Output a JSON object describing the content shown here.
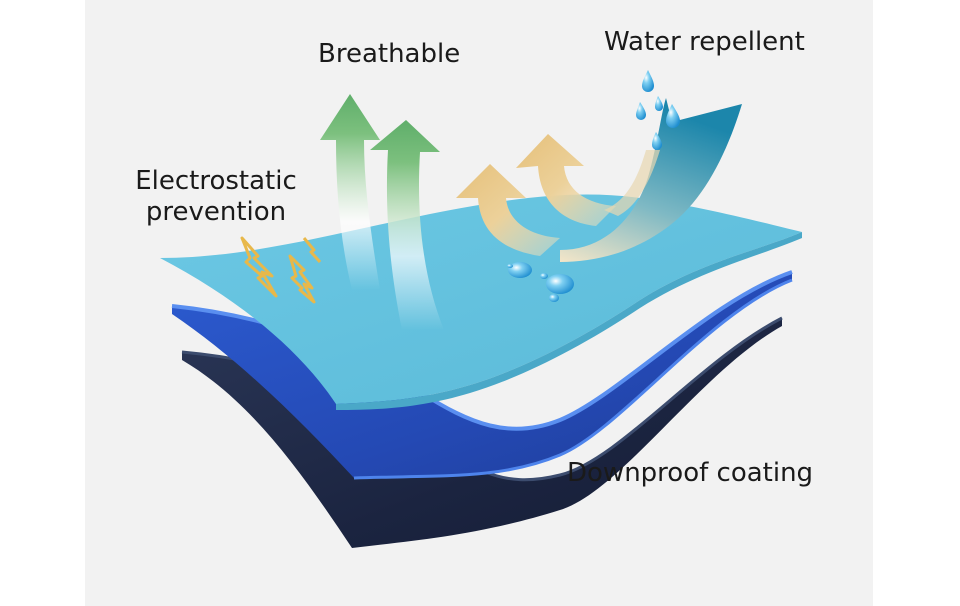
{
  "labels": {
    "breathable": "Breathable",
    "water_repellent": "Water repellent",
    "electrostatic_line1": "Electrostatic",
    "electrostatic_line2": "prevention",
    "downproof_coating": "Downproof coating"
  },
  "icons": {
    "breathable": "green-up-arrow-icon",
    "water_repellent": "water-drop-icon",
    "electrostatic": "lightning-bolt-icon",
    "deflect": "tan-curved-arrow-icon"
  },
  "colors": {
    "background": "#f2f2f2",
    "top_layer": "#62c3e0",
    "top_layer_edge": "#4aa8c8",
    "middle_layer": "#2a56c8",
    "middle_layer_edge": "#4e84ec",
    "bottom_layer": "#1e2a48",
    "bottom_layer_edge": "#3a4a6a",
    "breathable_arrow": "#5fae6a",
    "deflect_arrow": "#e8c88a",
    "water_wave": "#1f8fb0",
    "lightning": "#e8b84a",
    "droplet": "#3fa9e0"
  }
}
